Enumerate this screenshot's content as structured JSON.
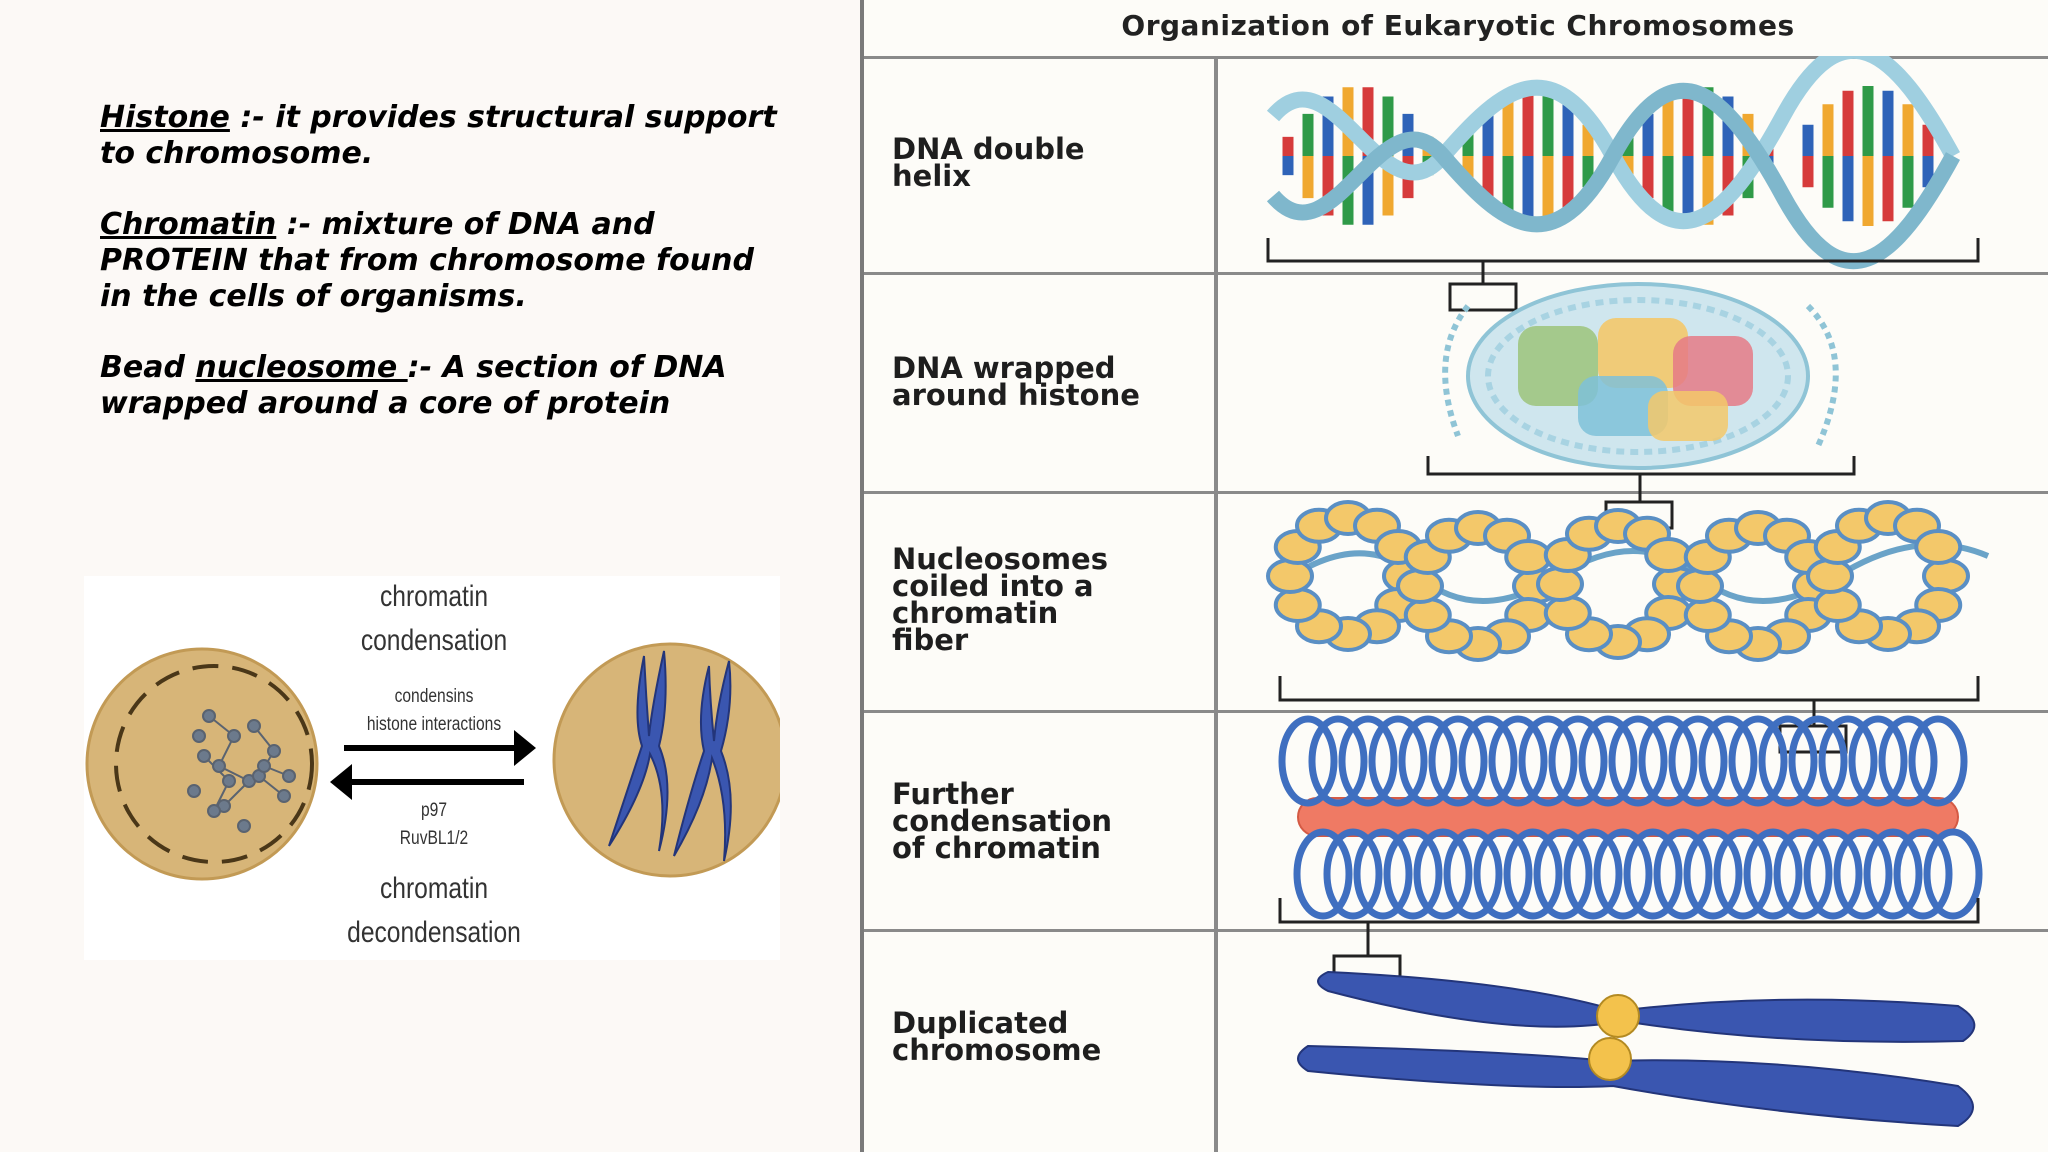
{
  "definitions": [
    {
      "prefix": "",
      "term": "Histone",
      "text": " :- it provides structural support to chromosome."
    },
    {
      "prefix": "",
      "term": "Chromatin",
      "text": " :- mixture of DNA and PROTEIN that from  chromosome  found in the cells of  organisms."
    },
    {
      "prefix": "Bead ",
      "term": "nucleosome ",
      "text": ":- A section of DNA wrapped around a core of protein"
    }
  ],
  "cycle": {
    "top_label_1": "chromatin",
    "top_label_2": "condensation",
    "forward_factors_1": "condensins",
    "forward_factors_2": "histone interactions",
    "reverse_factors_1": "p97",
    "reverse_factors_2": "RuvBL1/2",
    "bottom_label_1": "chromatin",
    "bottom_label_2": "decondensation"
  },
  "organization": {
    "title": "Organization of Eukaryotic Chromosomes",
    "levels": [
      {
        "label": "DNA double\nhelix"
      },
      {
        "label": "DNA wrapped\naround histone"
      },
      {
        "label": "Nucleosomes\ncoiled into a\nchromatin\nfiber"
      },
      {
        "label": "Further\ncondensation\nof chromatin"
      },
      {
        "label": "Duplicated\nchromosome"
      }
    ]
  },
  "colors": {
    "cell": "#d7b578",
    "chromosome": "#3a56b0",
    "helix": "#9fcfe0",
    "histone": "#f3c86a",
    "scaffold": "#ef7a64"
  }
}
